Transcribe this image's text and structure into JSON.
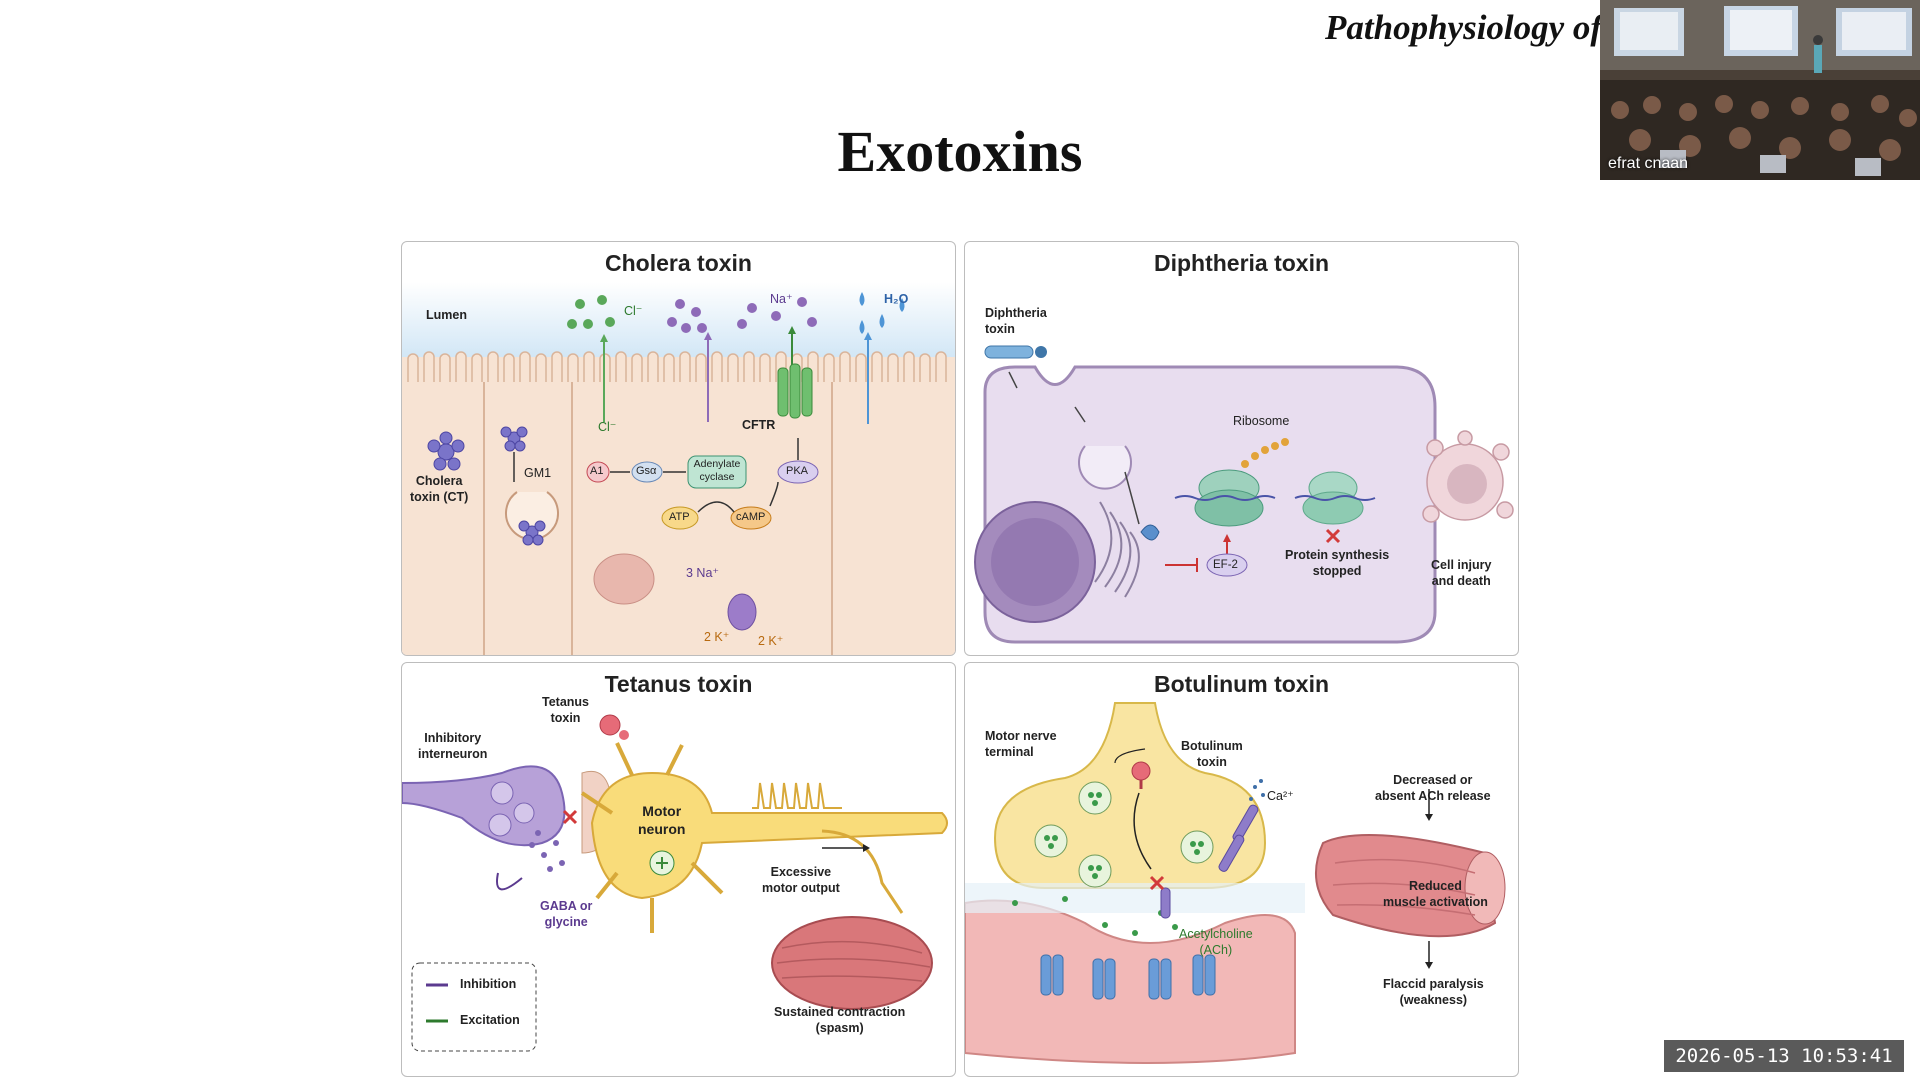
{
  "header": {
    "course_title": "Pathophysiology of",
    "slide_title": "Exotoxins"
  },
  "video": {
    "participant_name": "efrat cnaan"
  },
  "timestamp": "2026-05-13  10:53:41",
  "panels": {
    "cholera": {
      "title": "Cholera toxin",
      "lumen": "Lumen",
      "cl_top": "Cl⁻",
      "na_top": "Na⁺",
      "h2o": "H₂O",
      "cl_channel": "Cl⁻",
      "cftr": "CFTR",
      "toxin": "Cholera\ntoxin (CT)",
      "gm1": "GM1",
      "a1": "A1",
      "gsa": "Gsα",
      "adenylate": "Adenylate\ncyclase",
      "pka": "PKA",
      "atp": "ATP",
      "camp": "cAMP",
      "na3": "3 Na⁺",
      "k2_left": "2 K⁺",
      "k2_right": "2 K⁺"
    },
    "diphtheria": {
      "title": "Diphtheria toxin",
      "toxin": "Diphtheria\ntoxin",
      "ribosome": "Ribosome",
      "ef2": "EF-2",
      "protein_stop": "Protein synthesis\nstopped",
      "injury": "Cell injury\nand death"
    },
    "tetanus": {
      "title": "Tetanus toxin",
      "toxin": "Tetanus\ntoxin",
      "interneuron": "Inhibitory\ninterneuron",
      "motor": "Motor\nneuron",
      "output": "Excessive\nmotor output",
      "gaba": "GABA or\nglycine",
      "contraction": "Sustained contraction\n(spasm)",
      "legend_inhibition": "Inhibition",
      "legend_excitation": "Excitation"
    },
    "botulinum": {
      "title": "Botulinum toxin",
      "terminal": "Motor nerve\nterminal",
      "toxin": "Botulinum\ntoxin",
      "ca": "Ca²⁺",
      "ach_decrease": "Decreased or\nabsent ACh release",
      "reduced": "Reduced\nmuscle activation",
      "ach": "Acetylcholine\n(ACh)",
      "paralysis": "Flaccid paralysis\n(weakness)"
    }
  },
  "colors": {
    "cell_fill": "#f7e3d3",
    "cell_stroke": "#d9b49a",
    "lumen_blue": "#d9ecf8",
    "diph_cell": "#e8ddef",
    "diph_stroke": "#9f8ab5",
    "neuron_yellow": "#f9dc7a",
    "interneuron_purple": "#b7a1d8",
    "muscle_red": "#d9777a",
    "green_ion": "#5aa85a",
    "purple_ion": "#8e6bb8",
    "receptor_blue": "#6a9cd8"
  }
}
